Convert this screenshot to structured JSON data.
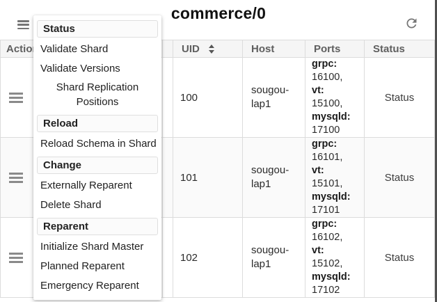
{
  "header": {
    "title": "commerce/0"
  },
  "menu": {
    "sections": [
      {
        "header": "Status",
        "items": [
          "Validate Shard",
          "Validate Versions",
          "Shard Replication Positions"
        ]
      },
      {
        "header": "Reload",
        "items": [
          "Reload Schema in Shard"
        ]
      },
      {
        "header": "Change",
        "items": [
          "Externally Reparent",
          "Delete Shard"
        ]
      },
      {
        "header": "Reparent",
        "items": [
          "Initialize Shard Master",
          "Planned Reparent",
          "Emergency Reparent"
        ]
      }
    ]
  },
  "table": {
    "columns": [
      "Action",
      "UID",
      "Host",
      "Ports",
      "Status"
    ],
    "rows": [
      {
        "uid": "100",
        "host": "sougou-lap1",
        "ports": [
          {
            "label": "grpc:",
            "value": "16100,"
          },
          {
            "label": "vt:",
            "value": "15100,"
          },
          {
            "label": "mysqld:",
            "value": "17100"
          }
        ],
        "status": "Status"
      },
      {
        "uid": "101",
        "host": "sougou-lap1",
        "ports": [
          {
            "label": "grpc:",
            "value": "16101,"
          },
          {
            "label": "vt:",
            "value": "15101,"
          },
          {
            "label": "mysqld:",
            "value": "17101"
          }
        ],
        "status": "Status"
      },
      {
        "uid": "102",
        "host": "sougou-lap1",
        "ports": [
          {
            "label": "grpc:",
            "value": "16102,"
          },
          {
            "label": "vt:",
            "value": "15102,"
          },
          {
            "label": "mysqld:",
            "value": "17102"
          }
        ],
        "status": "Status"
      }
    ]
  },
  "colors": {
    "header_bg": "#f5f5f5",
    "table_border": "#dcdcdc",
    "icon_gray": "#757575"
  }
}
